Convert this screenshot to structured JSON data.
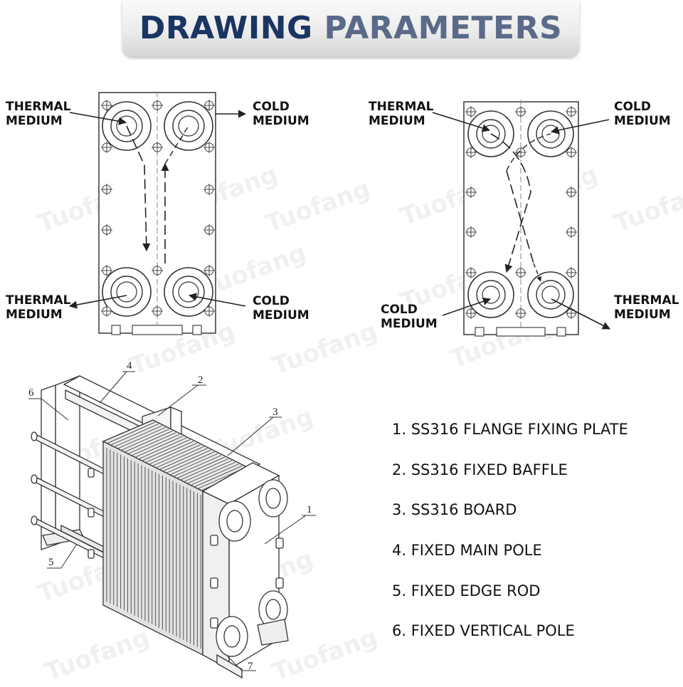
{
  "header": {
    "title_part1": "DRAWING",
    "title_part2": "PARAMETERS"
  },
  "flow_diagram_left": {
    "top_left": "THERMAL\nMEDIUM",
    "top_right": "COLD\nMEDIUM",
    "bottom_left": "THERMAL\nMEDIUM",
    "bottom_right": "COLD\nMEDIUM"
  },
  "flow_diagram_right": {
    "top_left": "THERMAL\nMEDIUM",
    "top_right": "COLD\nMEDIUM",
    "bottom_left": "COLD\nMEDIUM",
    "bottom_right": "THERMAL\nMEDIUM"
  },
  "callouts": [
    "1",
    "2",
    "3",
    "4",
    "5",
    "6",
    "7"
  ],
  "legend": [
    "1. SS316 FLANGE FIXING PLATE",
    "2. SS316 FIXED BAFFLE",
    "3. SS316 BOARD",
    "4. FIXED MAIN POLE",
    "5. FIXED EDGE ROD",
    "6. FIXED VERTICAL POLE"
  ],
  "watermark": "Tuofang"
}
